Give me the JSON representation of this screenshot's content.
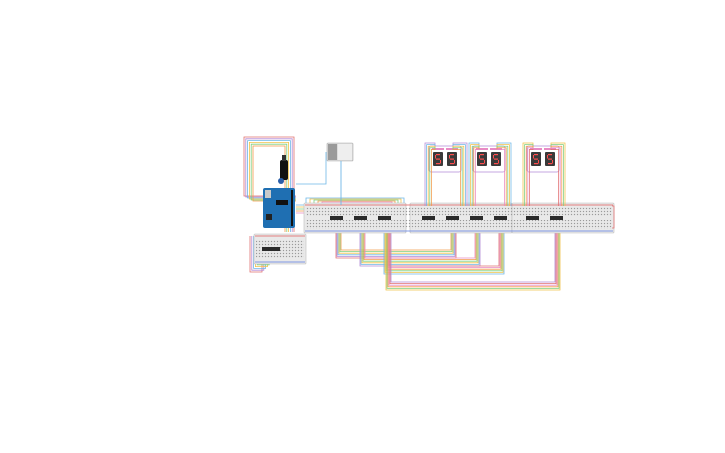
{
  "canvas": {
    "background": "#ffffff"
  },
  "colors": {
    "breadboard": "#e9e9e9",
    "breadboard_border": "#bdbdbd",
    "rail_red": "#e05a5a",
    "rail_blue": "#5a7be0",
    "arduino": "#1f6fb2",
    "chip": "#2b2b2b",
    "seven_segment": "#3a3a3a",
    "segment_lit": "#ff4d4d",
    "wires": [
      "#e07070",
      "#b38ad6",
      "#6fb7e6",
      "#f0c24a",
      "#7fcf7f",
      "#f29a4a",
      "#e88ac4"
    ]
  },
  "components": {
    "arduino": {
      "icon": "arduino-uno-board"
    },
    "keypad": {
      "icon": "membrane-keypad"
    },
    "display_groups": 3,
    "displays_per_group": 2,
    "shift_registers": 9
  }
}
